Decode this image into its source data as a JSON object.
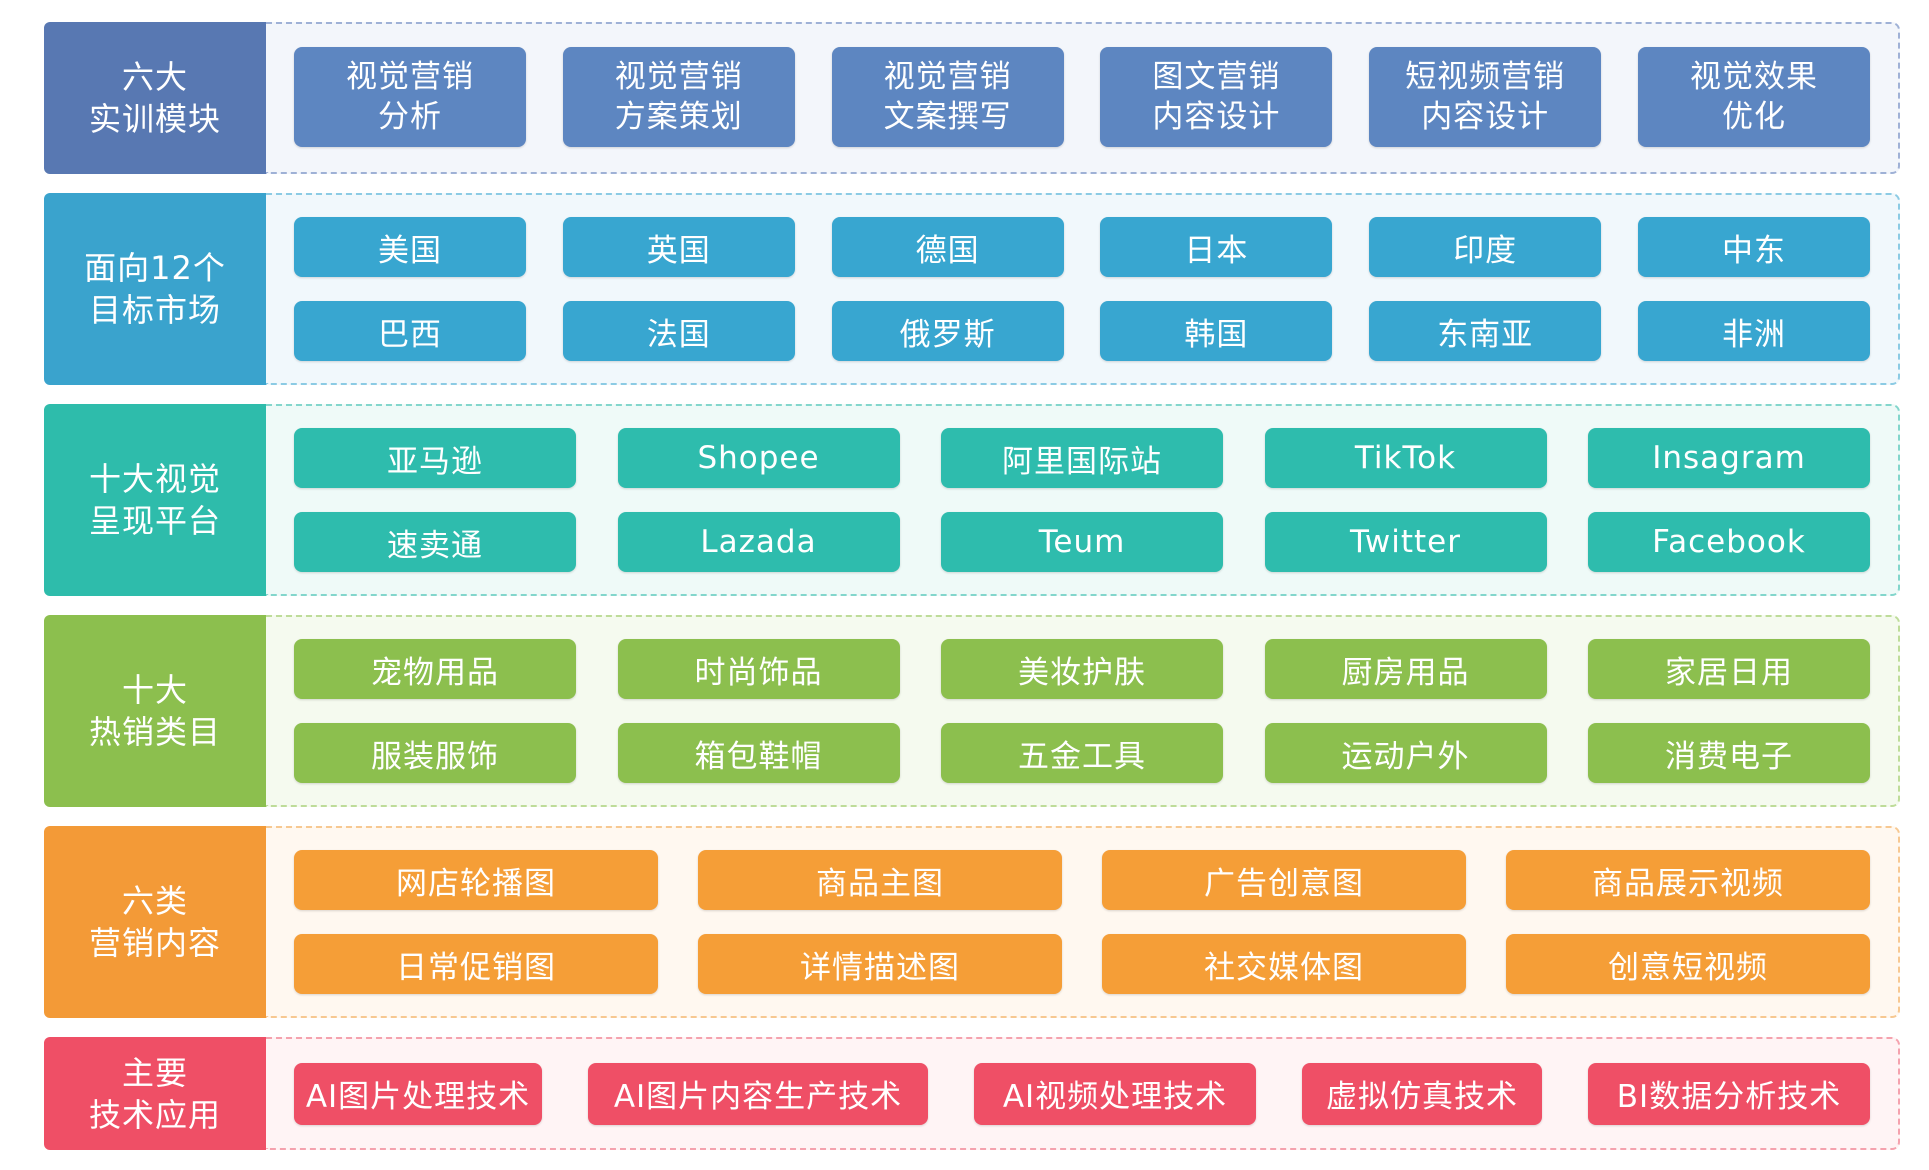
{
  "sections": [
    {
      "label": [
        "六大",
        "实训模块"
      ],
      "rows": [
        [
          [
            "视觉营销",
            "分析"
          ],
          [
            "视觉营销",
            "方案策划"
          ],
          [
            "视觉营销",
            "文案撰写"
          ],
          [
            "图文营销",
            "内容设计"
          ],
          [
            "短视频营销",
            "内容设计"
          ],
          [
            "视觉效果",
            "优化"
          ]
        ]
      ]
    },
    {
      "label": [
        "面向12个",
        "目标市场"
      ],
      "rows": [
        [
          "美国",
          "英国",
          "德国",
          "日本",
          "印度",
          "中东"
        ],
        [
          "巴西",
          "法国",
          "俄罗斯",
          "韩国",
          "东南亚",
          "非洲"
        ]
      ]
    },
    {
      "label": [
        "十大视觉",
        "呈现平台"
      ],
      "rows": [
        [
          "亚马逊",
          "Shopee",
          "阿里国际站",
          "TikTok",
          "Insagram"
        ],
        [
          "速卖通",
          "Lazada",
          "Teum",
          "Twitter",
          "Facebook"
        ]
      ]
    },
    {
      "label": [
        "十大",
        "热销类目"
      ],
      "rows": [
        [
          "宠物用品",
          "时尚饰品",
          "美妆护肤",
          "厨房用品",
          "家居日用"
        ],
        [
          "服装服饰",
          "箱包鞋帽",
          "五金工具",
          "运动户外",
          "消费电子"
        ]
      ]
    },
    {
      "label": [
        "六类",
        "营销内容"
      ],
      "rows": [
        [
          "网店轮播图",
          "商品主图",
          "广告创意图",
          "商品展示视频"
        ],
        [
          "日常促销图",
          "详情描述图",
          "社交媒体图",
          "创意短视频"
        ]
      ]
    },
    {
      "label": [
        "主要",
        "技术应用"
      ],
      "rows": [
        [
          "AI图片处理技术",
          "AI图片内容生产技术",
          "AI视频处理技术",
          "虚拟仿真技术",
          "BI数据分析技术"
        ]
      ]
    }
  ]
}
